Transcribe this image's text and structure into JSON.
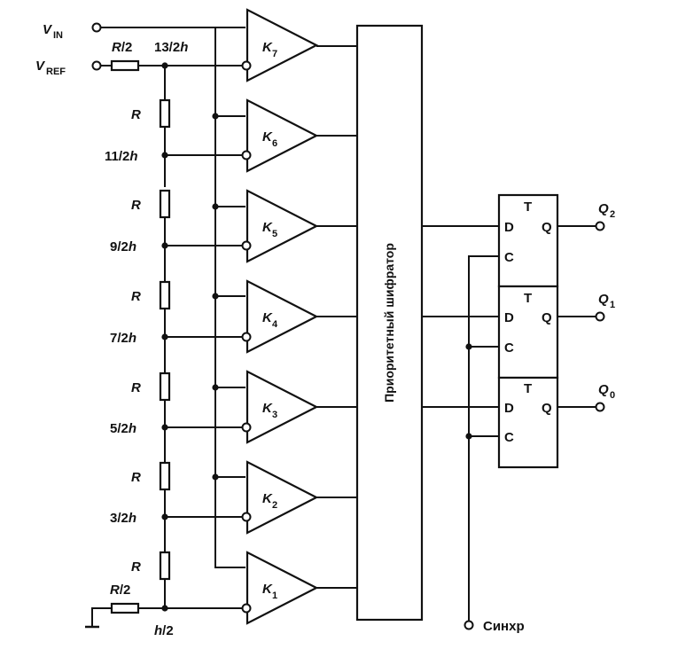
{
  "inputs": {
    "vin": {
      "main": "V",
      "sub": "IN"
    },
    "vref": {
      "main": "V",
      "sub": "REF"
    }
  },
  "resistors": {
    "half_top": {
      "num": "R",
      "den": "/2"
    },
    "half_bottom": {
      "num": "R",
      "den": "/2"
    },
    "r": "R"
  },
  "taps": [
    {
      "num": "13/2",
      "unit": "h"
    },
    {
      "num": "11/2",
      "unit": "h"
    },
    {
      "num": "9/2",
      "unit": "h"
    },
    {
      "num": "7/2",
      "unit": "h"
    },
    {
      "num": "5/2",
      "unit": "h"
    },
    {
      "num": "3/2",
      "unit": "h"
    },
    {
      "num": "",
      "unit": "h",
      "den": "/2"
    }
  ],
  "comparators": [
    {
      "main": "K",
      "sub": "7"
    },
    {
      "main": "K",
      "sub": "6"
    },
    {
      "main": "K",
      "sub": "5"
    },
    {
      "main": "K",
      "sub": "4"
    },
    {
      "main": "K",
      "sub": "3"
    },
    {
      "main": "K",
      "sub": "2"
    },
    {
      "main": "K",
      "sub": "1"
    }
  ],
  "encoder": {
    "label": "Приоритетный шифратор"
  },
  "flipflops": [
    {
      "type": "T",
      "d": "D",
      "c": "C",
      "q": "Q",
      "out_main": "Q",
      "out_sub": "2"
    },
    {
      "type": "T",
      "d": "D",
      "c": "C",
      "q": "Q",
      "out_main": "Q",
      "out_sub": "1"
    },
    {
      "type": "T",
      "d": "D",
      "c": "C",
      "q": "Q",
      "out_main": "Q",
      "out_sub": "0"
    }
  ],
  "sync": {
    "label": "Синхр"
  }
}
